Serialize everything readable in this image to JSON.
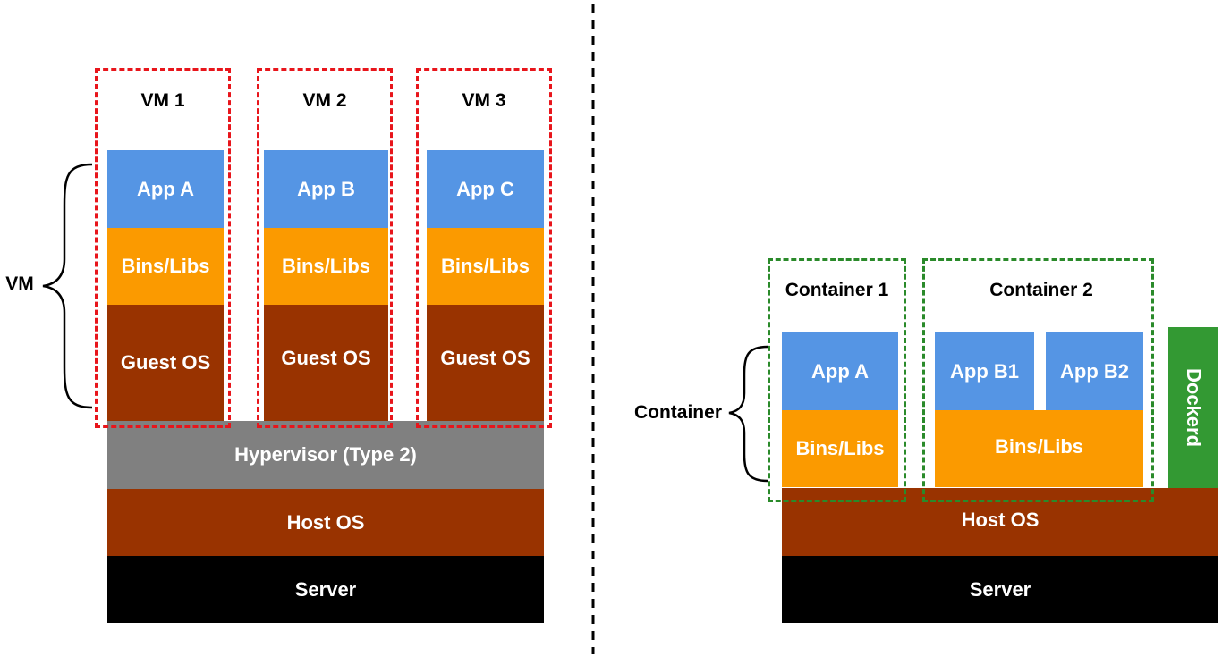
{
  "colors": {
    "app": "#5595e4",
    "bins": "#fb9a00",
    "guest_os": "#993300",
    "hypervisor": "#808080",
    "host_os": "#993300",
    "server": "#000000",
    "dockerd": "#339933",
    "vm_frame": "#e8151b",
    "container_frame": "#2a8a2a"
  },
  "vm_side": {
    "brace_label": "VM",
    "vms": [
      {
        "title": "VM 1",
        "app": "App A",
        "bins": "Bins/Libs",
        "guest_os": "Guest OS"
      },
      {
        "title": "VM 2",
        "app": "App B",
        "bins": "Bins/Libs",
        "guest_os": "Guest OS"
      },
      {
        "title": "VM 3",
        "app": "App C",
        "bins": "Bins/Libs",
        "guest_os": "Guest OS"
      }
    ],
    "hypervisor": "Hypervisor (Type 2)",
    "host_os": "Host OS",
    "server": "Server"
  },
  "container_side": {
    "brace_label": "Container",
    "container1": {
      "title": "Container 1",
      "app": "App A",
      "bins": "Bins/Libs"
    },
    "container2": {
      "title": "Container 2",
      "app1": "App B1",
      "app2": "App B2",
      "bins": "Bins/Libs"
    },
    "dockerd": "Dockerd",
    "host_os": "Host OS",
    "server": "Server"
  }
}
